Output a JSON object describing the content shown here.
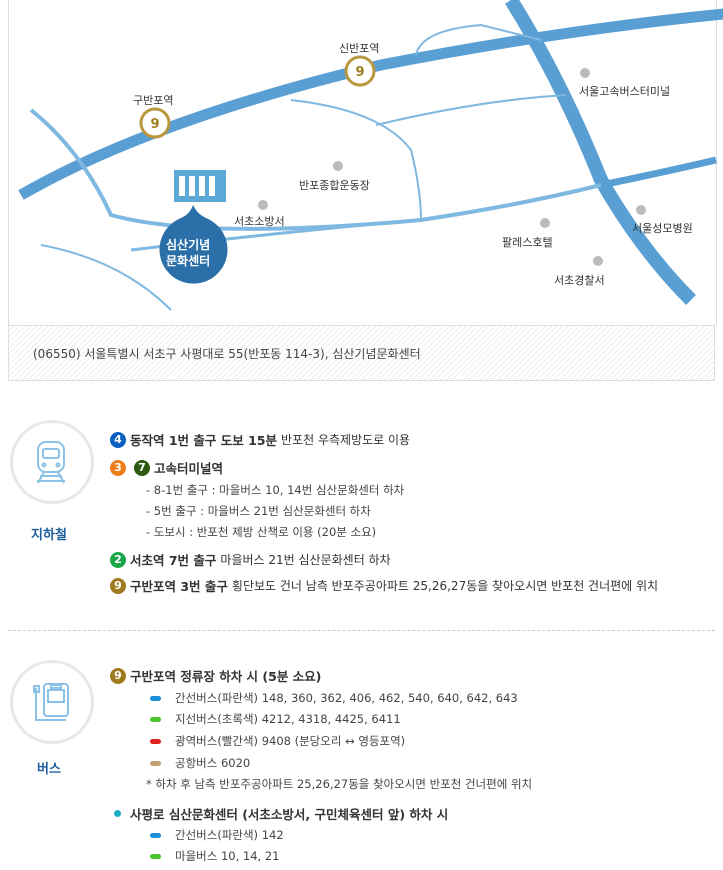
{
  "map": {
    "stations": [
      {
        "name": "구반포역",
        "line": "9"
      },
      {
        "name": "신반포역",
        "line": "9"
      }
    ],
    "places": [
      "서울고속버스터미널",
      "반포종합운동장",
      "서초소방서",
      "팔레스호텔",
      "서울성모병원",
      "서초경찰서"
    ],
    "center": {
      "line1": "심산기념",
      "line2": "문화센터"
    },
    "address": "(06550) 서울특별시 서초구 사평대로 55(반포동 114-3), 심산기념문화센터"
  },
  "subway": {
    "caption": "지하철",
    "rows": [
      {
        "badges": [
          "4"
        ],
        "colors": [
          "#0b5fbf"
        ],
        "title": "동작역 1번 출구 도보 15분",
        "desc": "반포천 우측제방도로 이용"
      },
      {
        "badges": [
          "3",
          "7"
        ],
        "colors": [
          "#ef7c1c",
          "#2b5a10"
        ],
        "title": "고속터미널역",
        "desc": ""
      },
      {
        "badges": [
          "2"
        ],
        "colors": [
          "#1ca64a"
        ],
        "title": "서초역 7번 출구",
        "desc": "마을버스 21번 심산문화센터 하차"
      },
      {
        "badges": [
          "9"
        ],
        "colors": [
          "#a07a1f"
        ],
        "title": "구반포역 3번 출구",
        "desc": "횡단보도 건너 남측 반포주공아파트 25,26,27동을 찾아오시면 반포천 건너편에 위치"
      }
    ],
    "express_sub": [
      "- 8-1번 출구 : 마을버스 10, 14번 심산문화센터 하차",
      "- 5번 출구 : 마을버스 21번 심산문화센터 하차",
      "- 도보시 : 반포천 제방 산책로 이용 (20분 소요)"
    ]
  },
  "bus": {
    "caption": "버스",
    "group1": {
      "badge": "9",
      "title": "구반포역 정류장 하차 시 (5분 소요)",
      "items": [
        {
          "color": "#1a8fd6",
          "text": "간선버스(파란색) 148, 360, 362, 406, 462, 540, 640, 642, 643"
        },
        {
          "color": "#4cc22e",
          "text": "지선버스(초록색) 4212, 4318, 4425, 6411"
        },
        {
          "color": "#e02020",
          "text": "광역버스(빨간색) 9408 (분당오리 ↔ 영등포역)"
        },
        {
          "color": "#c4a074",
          "text": "공항버스 6020"
        }
      ],
      "note": "* 하차 후 남측 반포주공아파트 25,26,27동을 찾아오시면 반포천 건너편에 위치"
    },
    "group2": {
      "title": "사평로 심산문화센터 (서초소방서, 구민체육센터 앞) 하차 시",
      "items": [
        {
          "color": "#1a8fd6",
          "text": "간선버스(파란색) 142"
        },
        {
          "color": "#4cc22e",
          "text": "마을버스 10, 14, 21"
        }
      ]
    }
  }
}
